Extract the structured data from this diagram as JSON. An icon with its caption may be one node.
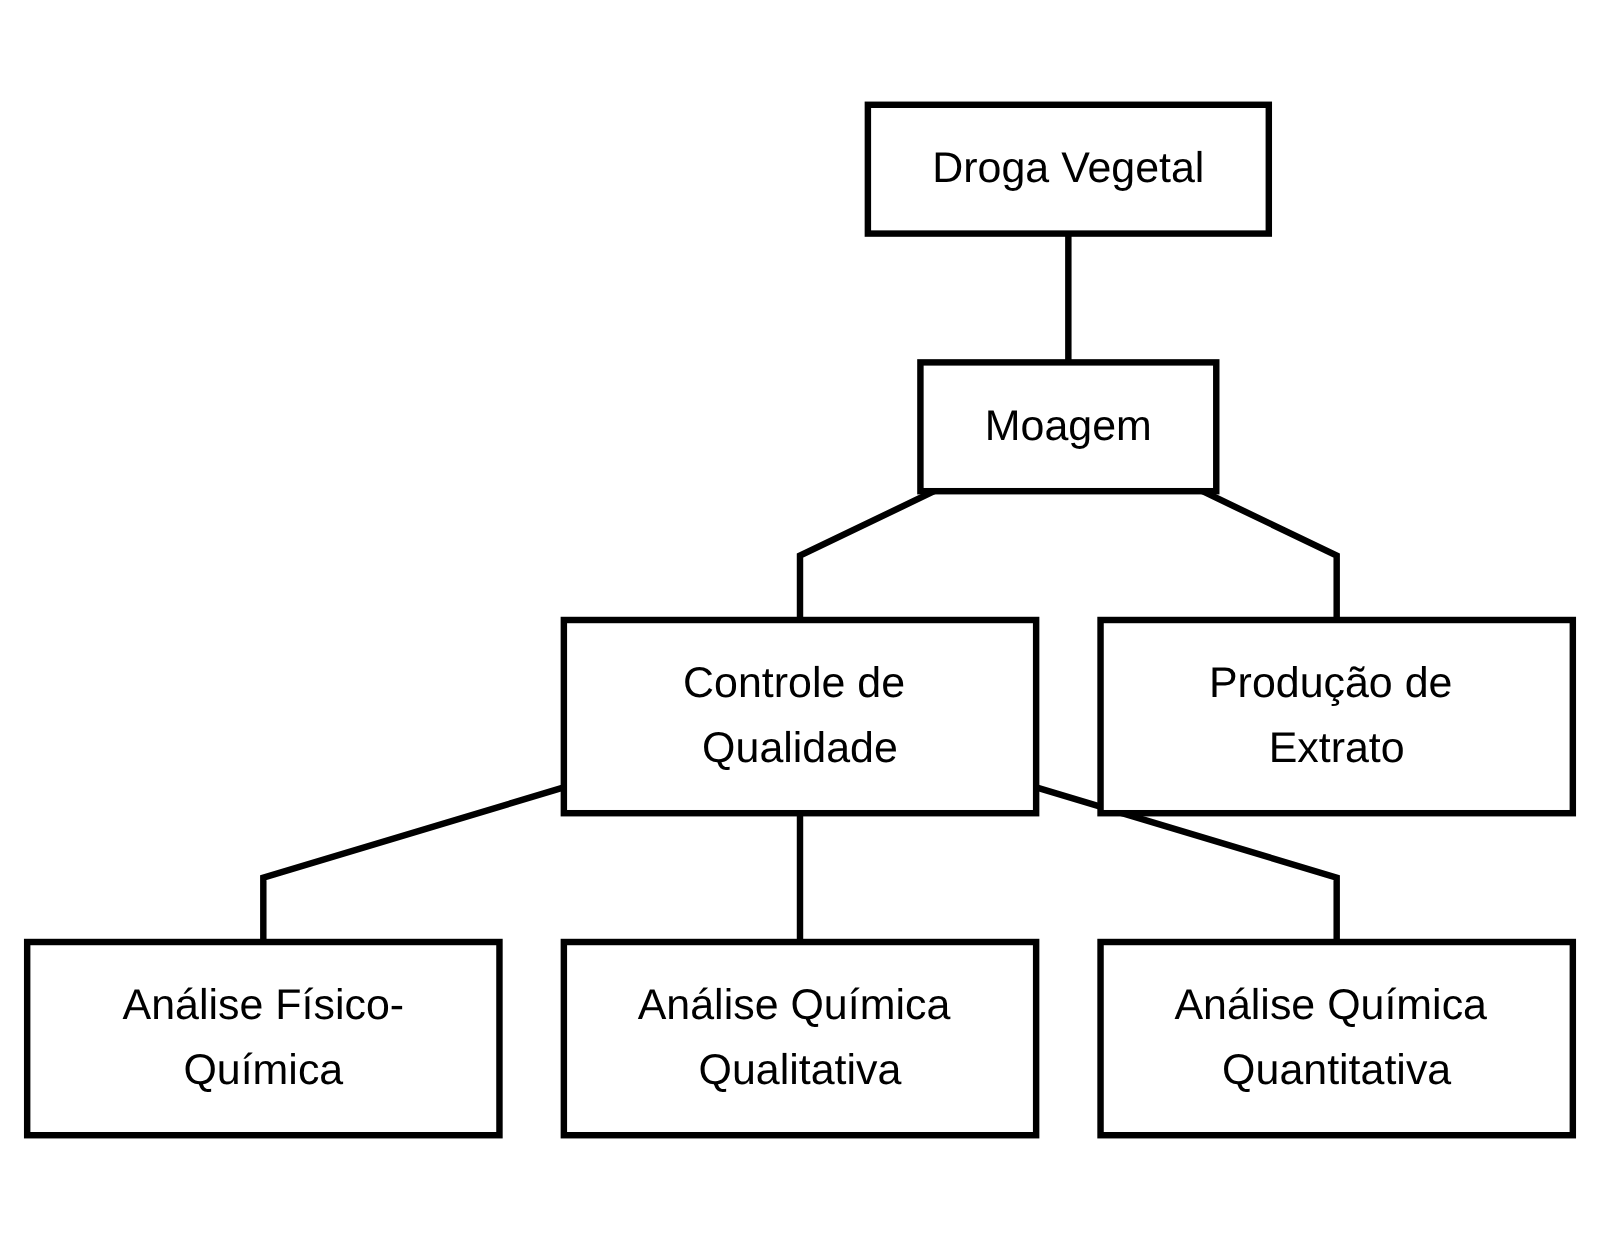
{
  "diagram": {
    "nodes": [
      {
        "text": [
          "Droga Vegetal"
        ]
      },
      {
        "text": [
          "Moagem"
        ]
      },
      {
        "text": [
          "Controle de Qualidade"
        ]
      },
      {
        "text": [
          "Produção de Extrato"
        ]
      },
      {
        "text": [
          "Análise Físico-Química"
        ]
      },
      {
        "text": [
          "Análise Química Qualitativa"
        ]
      },
      {
        "text": [
          "Análise Química Quantitativa"
        ]
      }
    ],
    "edges": [
      {
        "from": 0,
        "to": 1,
        "arrow": "none"
      },
      {
        "from": 1,
        "to": 2,
        "arrow": "none"
      },
      {
        "from": 1,
        "to": 3,
        "arrow": "none"
      },
      {
        "from": 2,
        "to": 4,
        "arrow": "none"
      },
      {
        "from": 2,
        "to": 5,
        "arrow": "none"
      },
      {
        "from": 2,
        "to": 6,
        "arrow": "none"
      }
    ]
  }
}
